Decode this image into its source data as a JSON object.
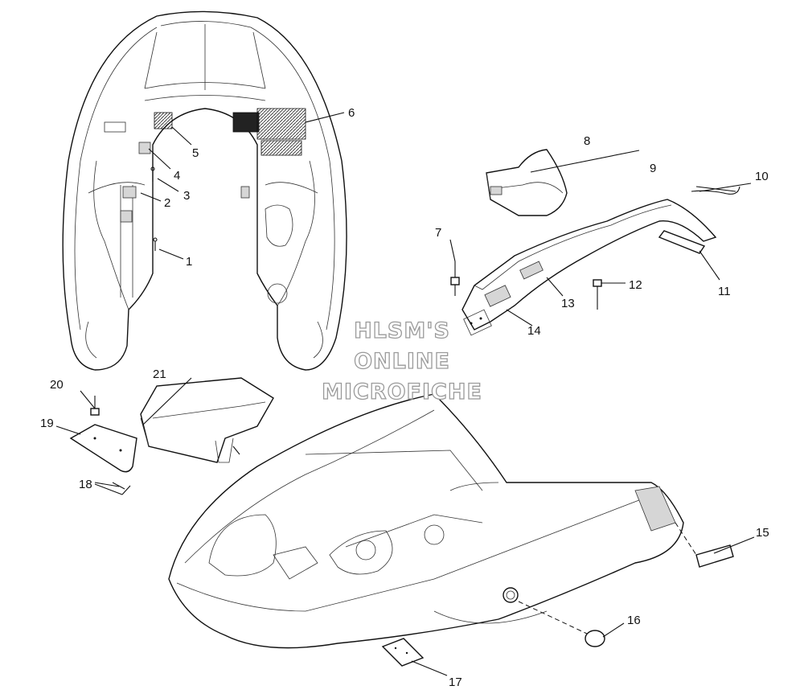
{
  "watermark": {
    "line1": "HLSM'S",
    "line2": "ONLINE",
    "line3": "MICROFICHE"
  },
  "callouts": {
    "c1": "1",
    "c2": "2",
    "c3": "3",
    "c4": "4",
    "c5": "5",
    "c6": "6",
    "c7": "7",
    "c8": "8",
    "c9": "9",
    "c10": "10",
    "c11": "11",
    "c12": "12",
    "c13": "13",
    "c14": "14",
    "c15": "15",
    "c16": "16",
    "c17": "17",
    "c18": "18",
    "c19": "19",
    "c20": "20",
    "c21": "21"
  }
}
